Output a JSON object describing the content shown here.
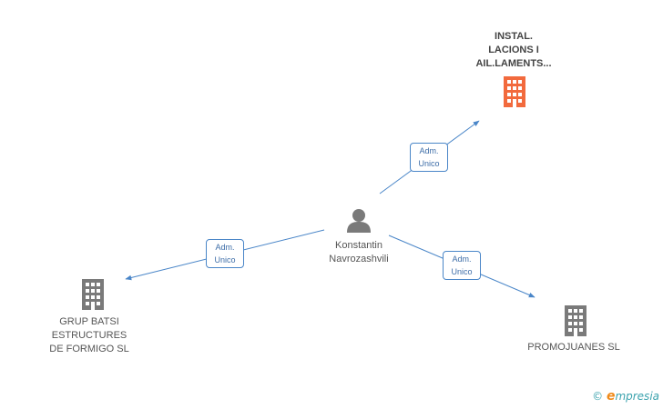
{
  "nodes": {
    "person": {
      "label": "Konstantin\nNavrozashvili",
      "icon": "person-icon"
    },
    "company_top": {
      "label": "INSTAL.\nLACIONS I\nAIL.LAMENTS...",
      "icon": "building-icon",
      "color": "#f26a3d"
    },
    "company_left": {
      "label": "GRUP BATSI\nESTRUCTURES\nDE FORMIGO SL",
      "icon": "building-icon",
      "color": "#7a7a7a"
    },
    "company_right": {
      "label": "PROMOJUANES SL",
      "icon": "building-icon",
      "color": "#7a7a7a"
    }
  },
  "edges": [
    {
      "label": "Adm.\nUnico",
      "from": "person",
      "to": "company_top"
    },
    {
      "label": "Adm.\nUnico",
      "from": "person",
      "to": "company_left"
    },
    {
      "label": "Adm.\nUnico",
      "from": "person",
      "to": "company_right"
    }
  ],
  "colors": {
    "edge": "#4a86c8",
    "edge_label_text": "#3e6ea8"
  },
  "watermark": {
    "copyright": "©",
    "brand_initial": "e",
    "brand_rest": "mpresia"
  }
}
